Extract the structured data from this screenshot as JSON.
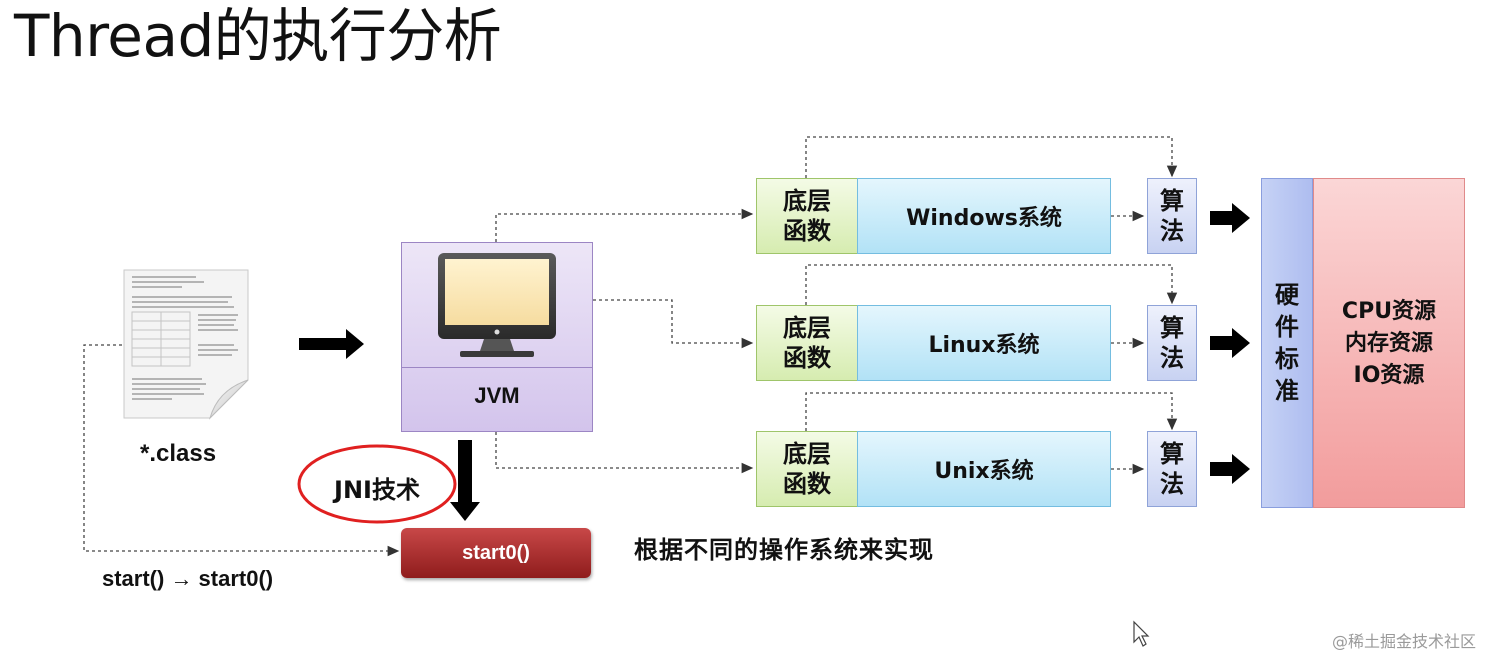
{
  "title": "Thread的执行分析",
  "class_label": "*.class",
  "jvm_label": "JVM",
  "jni_label": "JNI技术",
  "start0_label": "start0()",
  "start_arrow_label": "start() → start0()",
  "caption": "根据不同的操作系统来实现",
  "rows": [
    {
      "func_line1": "底层",
      "func_line2": "函数",
      "system": "Windows系统",
      "algo_line1": "算",
      "algo_line2": "法"
    },
    {
      "func_line1": "底层",
      "func_line2": "函数",
      "system": "Linux系统",
      "algo_line1": "算",
      "algo_line2": "法"
    },
    {
      "func_line1": "底层",
      "func_line2": "函数",
      "system": "Unix系统",
      "algo_line1": "算",
      "algo_line2": "法"
    }
  ],
  "hardware": {
    "line1": "硬",
    "line2": "件",
    "line3": "标",
    "line4": "准"
  },
  "resources": {
    "line1": "CPU资源",
    "line2": "内存资源",
    "line3": "IO资源"
  },
  "watermark": "@稀土掘金技术社区",
  "colors": {
    "jni_circle": "#e02020",
    "start0_fill": "#a52828",
    "func_fill": "#d6ecb0",
    "sys_fill": "#b2e2f6",
    "resource_fill": "#f29c9c"
  }
}
